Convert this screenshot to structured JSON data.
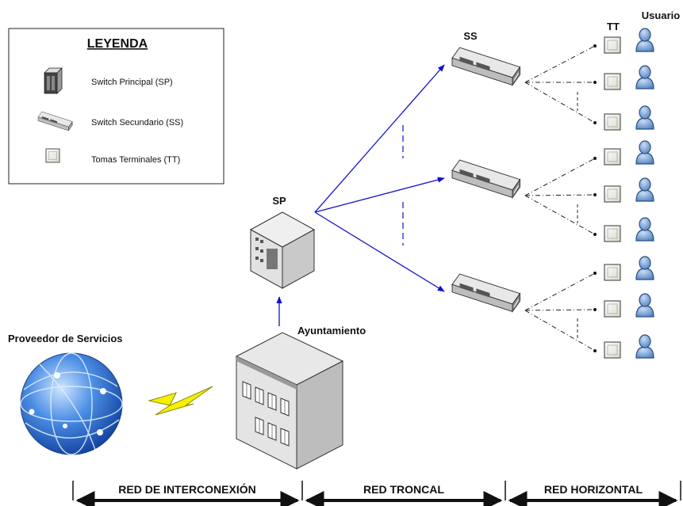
{
  "legend": {
    "title": "LEYENDA",
    "items": [
      {
        "label": "Switch Principal (SP)",
        "icon": "server-tower-icon"
      },
      {
        "label": "Switch Secundario (SS)",
        "icon": "network-switch-icon"
      },
      {
        "label": "Tomas Terminales (TT)",
        "icon": "wall-socket-icon"
      }
    ]
  },
  "labels": {
    "sp": "SP",
    "ss": "SS",
    "tt": "TT",
    "usuario": "Usuario",
    "ayuntamiento": "Ayuntamiento",
    "proveedor": "Proveedor de Servicios"
  },
  "sections": [
    {
      "label": "RED DE INTERCONEXIÓN"
    },
    {
      "label": "RED TRONCAL"
    },
    {
      "label": "RED HORIZONTAL"
    }
  ],
  "colors": {
    "link": "#1010d0",
    "lightning": "#f5f000",
    "globe": "#2f6fd0"
  }
}
